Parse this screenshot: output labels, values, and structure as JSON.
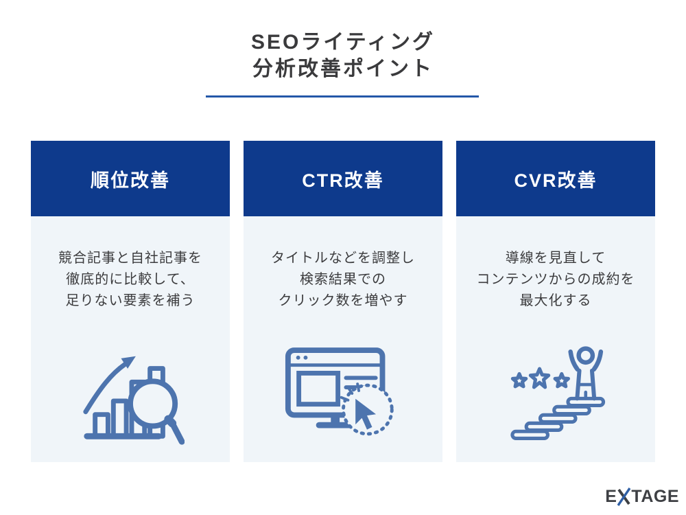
{
  "title": {
    "line1": "SEOライティング",
    "line2": "分析改善ポイント"
  },
  "cards": [
    {
      "header": "順位改善",
      "body": [
        "競合記事と自社記事を",
        "徹底的に比較して、",
        "足りない要素を補う"
      ],
      "icon": "bar-chart-magnifier-icon"
    },
    {
      "header": "CTR改善",
      "body": [
        "タイトルなどを調整し",
        "検索結果での",
        "クリック数を増やす"
      ],
      "icon": "browser-click-cursor-icon"
    },
    {
      "header": "CVR改善",
      "body": [
        "導線を見直して",
        "コンテンツからの成約を",
        "最大化する"
      ],
      "icon": "stairs-success-person-icon"
    }
  ],
  "logo": {
    "pre": "E",
    "post": "TAGE"
  },
  "colors": {
    "card_header_bg": "#0e3a8c",
    "card_body_bg": "#f0f5f9",
    "icon_blue": "#4d74ae",
    "title_underline": "#2458a8",
    "title_text": "#3a3a3c",
    "logo_text": "#3e4044",
    "logo_accent": "#2f5fa5"
  }
}
